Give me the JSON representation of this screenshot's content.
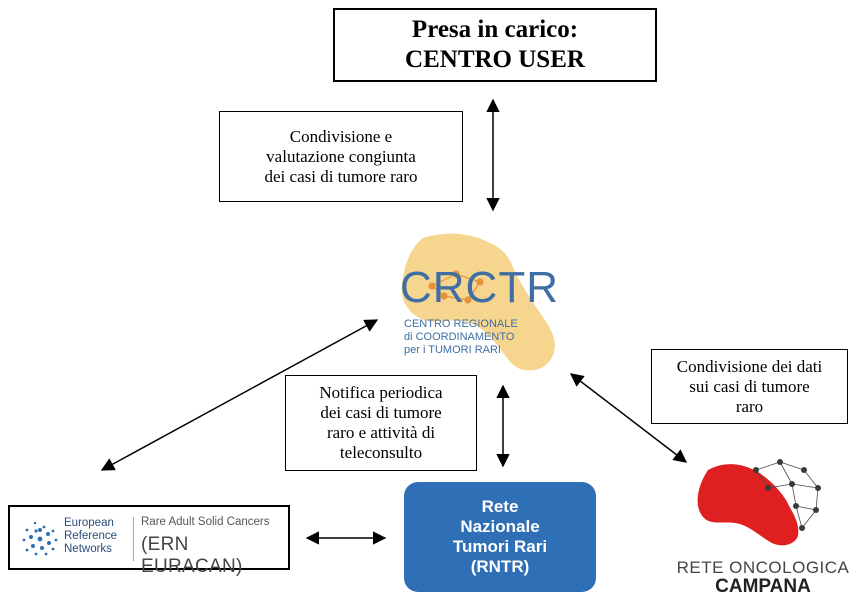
{
  "presa": {
    "line1": "Presa in carico:",
    "line2": "CENTRO USER"
  },
  "note_condivisione": {
    "line1": "Condivisione e",
    "line2": "valutazione congiunta",
    "line3": "dei casi di tumore raro"
  },
  "crctr": {
    "acronym": "CRCTR",
    "line1": "CENTRO REGIONALE",
    "line2": "di COORDINAMENTO",
    "line3": "per i TUMORI RARI",
    "colors": {
      "map": "#f6d58f",
      "text": "#3f6ea5",
      "accent": "#e8913a"
    }
  },
  "note_notifica": {
    "line1": "Notifica periodica",
    "line2": "dei casi di tumore",
    "line3": "raro e attività di",
    "line4": "teleconsulto"
  },
  "note_dati": {
    "line1": "Condivisione dei dati",
    "line2": "sui casi di tumore",
    "line3": "raro"
  },
  "rntr": {
    "line1": "Rete",
    "line2": "Nazionale",
    "line3": "Tumori Rari",
    "line4": "(RNTR)",
    "color": "#2f6fb5"
  },
  "ern": {
    "name1": "European",
    "name2": "Reference",
    "name3": "Networks",
    "subtitle": "Rare Adult Solid Cancers",
    "acronym": "(ERN EURACAN)",
    "color": "#2c4c7c"
  },
  "roc": {
    "line1": "RETE ONCOLOGICA",
    "line2": "CAMPANA",
    "color": "#e02020"
  }
}
